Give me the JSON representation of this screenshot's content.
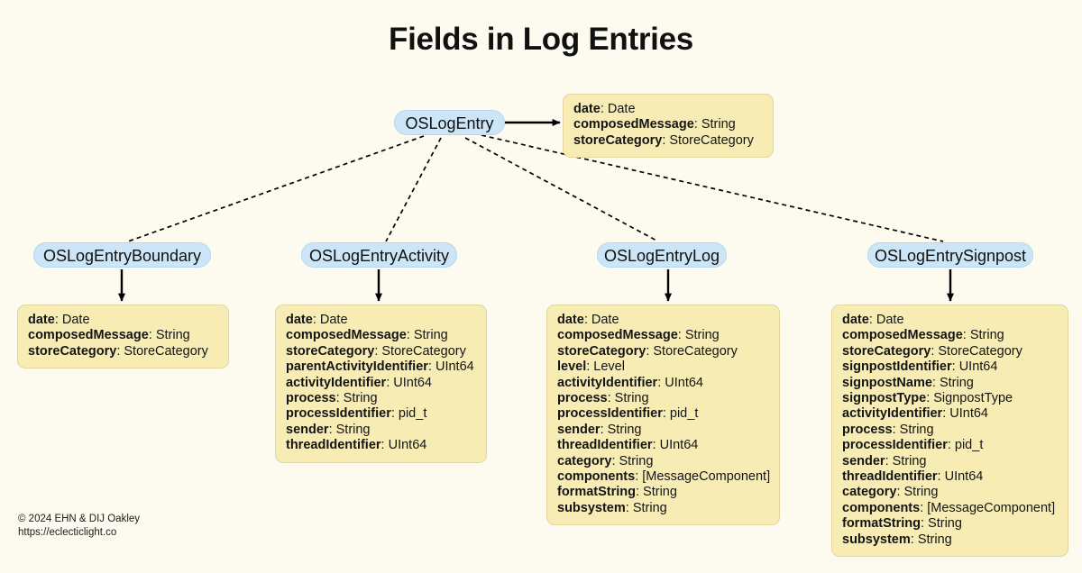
{
  "title": "Fields in Log Entries",
  "colors": {
    "background": "#fdfbf0",
    "node_fill": "#cde6f7",
    "node_border": "#b4d6ee",
    "box_fill": "#f7ecb4",
    "box_border": "#e3d59c",
    "edge": "#000000",
    "text": "#111111"
  },
  "nodes": {
    "root": {
      "label": "OSLogEntry"
    },
    "boundary": {
      "label": "OSLogEntryBoundary"
    },
    "activity": {
      "label": "OSLogEntryActivity"
    },
    "log": {
      "label": "OSLogEntryLog"
    },
    "signpost": {
      "label": "OSLogEntrySignpost"
    }
  },
  "boxes": {
    "root": [
      {
        "name": "date",
        "type": "Date"
      },
      {
        "name": "composedMessage",
        "type": "String"
      },
      {
        "name": "storeCategory",
        "type": "StoreCategory"
      }
    ],
    "boundary": [
      {
        "name": "date",
        "type": "Date"
      },
      {
        "name": "composedMessage",
        "type": "String"
      },
      {
        "name": "storeCategory",
        "type": "StoreCategory"
      }
    ],
    "activity": [
      {
        "name": "date",
        "type": "Date"
      },
      {
        "name": "composedMessage",
        "type": "String"
      },
      {
        "name": "storeCategory",
        "type": "StoreCategory"
      },
      {
        "name": "parentActivityIdentifier",
        "type": "UInt64"
      },
      {
        "name": "activityIdentifier",
        "type": "UInt64"
      },
      {
        "name": "process",
        "type": "String"
      },
      {
        "name": "processIdentifier",
        "type": "pid_t"
      },
      {
        "name": "sender",
        "type": "String"
      },
      {
        "name": "threadIdentifier",
        "type": "UInt64"
      }
    ],
    "log": [
      {
        "name": "date",
        "type": "Date"
      },
      {
        "name": "composedMessage",
        "type": "String"
      },
      {
        "name": "storeCategory",
        "type": "StoreCategory"
      },
      {
        "name": "level",
        "type": "Level"
      },
      {
        "name": "activityIdentifier",
        "type": "UInt64"
      },
      {
        "name": "process",
        "type": "String"
      },
      {
        "name": "processIdentifier",
        "type": "pid_t"
      },
      {
        "name": "sender",
        "type": "String"
      },
      {
        "name": "threadIdentifier",
        "type": "UInt64"
      },
      {
        "name": "category",
        "type": "String"
      },
      {
        "name": "components",
        "type": "[MessageComponent]"
      },
      {
        "name": "formatString",
        "type": "String"
      },
      {
        "name": "subsystem",
        "type": "String"
      }
    ],
    "signpost": [
      {
        "name": "date",
        "type": "Date"
      },
      {
        "name": "composedMessage",
        "type": "String"
      },
      {
        "name": "storeCategory",
        "type": "StoreCategory"
      },
      {
        "name": "signpostIdentifier",
        "type": "UInt64"
      },
      {
        "name": "signpostName",
        "type": "String"
      },
      {
        "name": "signpostType",
        "type": "SignpostType"
      },
      {
        "name": "activityIdentifier",
        "type": "UInt64"
      },
      {
        "name": "process",
        "type": "String"
      },
      {
        "name": "processIdentifier",
        "type": "pid_t"
      },
      {
        "name": "sender",
        "type": "String"
      },
      {
        "name": "threadIdentifier",
        "type": "UInt64"
      },
      {
        "name": "category",
        "type": "String"
      },
      {
        "name": "components",
        "type": "[MessageComponent]"
      },
      {
        "name": "formatString",
        "type": "String"
      },
      {
        "name": "subsystem",
        "type": "String"
      }
    ]
  },
  "footer": {
    "copyright": "© 2024 EHN & DIJ Oakley",
    "url": "https://eclecticlight.co"
  }
}
